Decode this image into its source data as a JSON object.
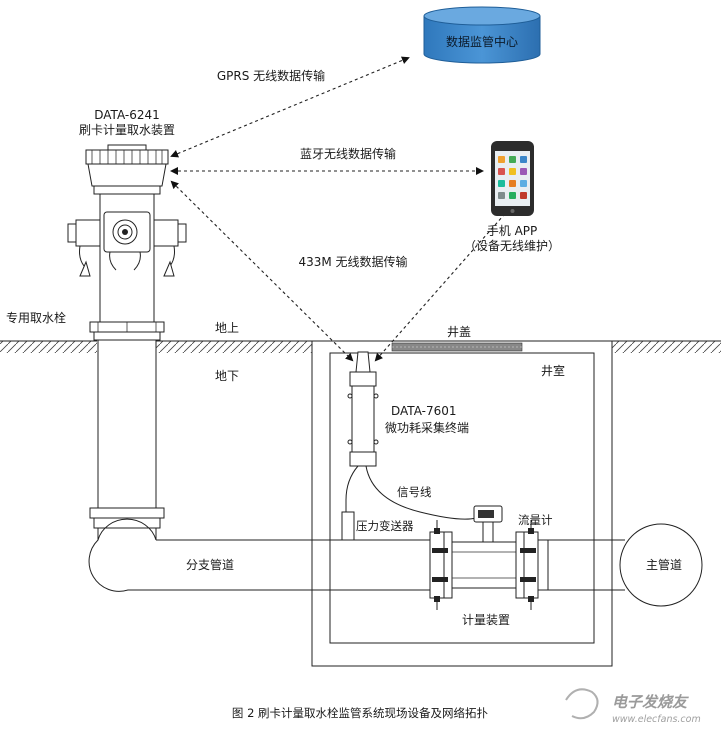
{
  "labels": {
    "data_center": "数据监管中心",
    "gprs": "GPRS 无线数据传输",
    "bluetooth": "蓝牙无线数据传输",
    "radio433": "433M 无线数据传输",
    "device_model": "DATA-6241",
    "device_name": "刷卡计量取水装置",
    "app_name": "手机 APP",
    "app_note": "（设备无线维护）",
    "hydrant": "专用取水栓",
    "above_ground": "地上",
    "below_ground": "地下",
    "well_cover": "井盖",
    "well_room": "井室",
    "terminal_model": "DATA-7601",
    "terminal_name": "微功耗采集终端",
    "signal_line": "信号线",
    "pressure": "压力变送器",
    "flowmeter": "流量计",
    "branch_pipe": "分支管道",
    "main_pipe": "主管道",
    "metering": "计量装置",
    "caption": "图 2    刷卡计量取水栓监管系统现场设备及网络拓扑",
    "watermark": "电子发烧友",
    "watermark_url": "www.elecfans.com"
  },
  "colors": {
    "cylinder_fill": "#3b86c9",
    "cylinder_top": "#6aa9e0",
    "phone_body": "#2c2c2c"
  }
}
